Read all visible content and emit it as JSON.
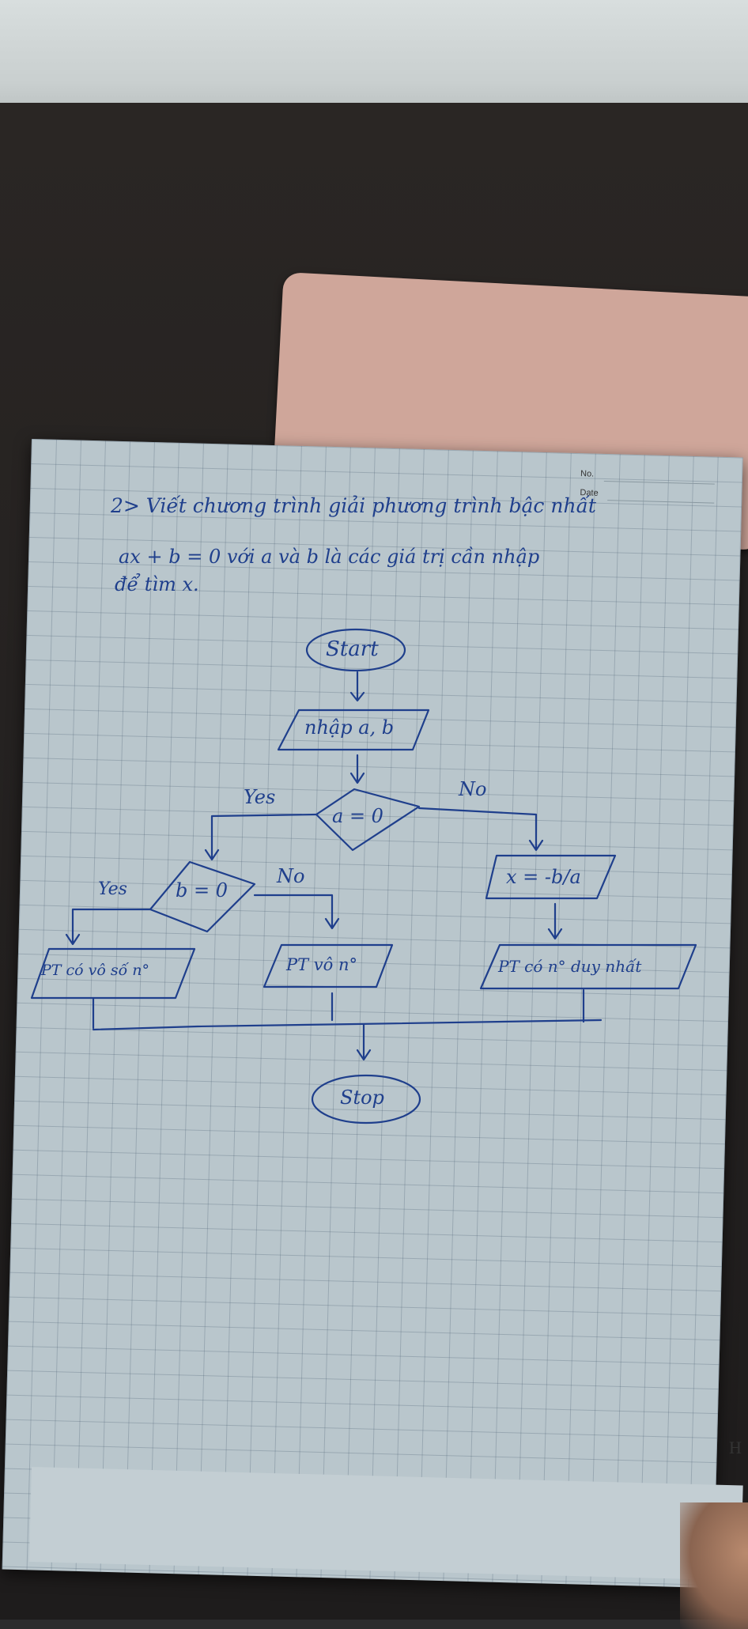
{
  "notebook": {
    "header": {
      "no_label": "No.",
      "date_label": "Date"
    },
    "problem": {
      "line1": "2> Viết chương trình giải phương trình bậc nhất",
      "line2": "ax + b = 0 với a và b là các giá trị cần nhập",
      "line3": "để tìm x."
    },
    "corner_letter": "H"
  },
  "flowchart": {
    "start": "Start",
    "input": "nhập a, b",
    "decision_a": "a = 0",
    "decision_b": "b = 0",
    "compute": "x = -b/a",
    "out_infinite": "PT có vô số n°",
    "out_none": "PT vô n°",
    "out_unique": "PT có n° duy nhất",
    "stop": "Stop",
    "labels": {
      "yes_a": "Yes",
      "no_a": "No",
      "yes_b": "Yes",
      "no_b": "No"
    }
  },
  "colors": {
    "ink": "#1f3f8c",
    "paper": "#b9c6cc",
    "grid": "#5a6f80"
  }
}
